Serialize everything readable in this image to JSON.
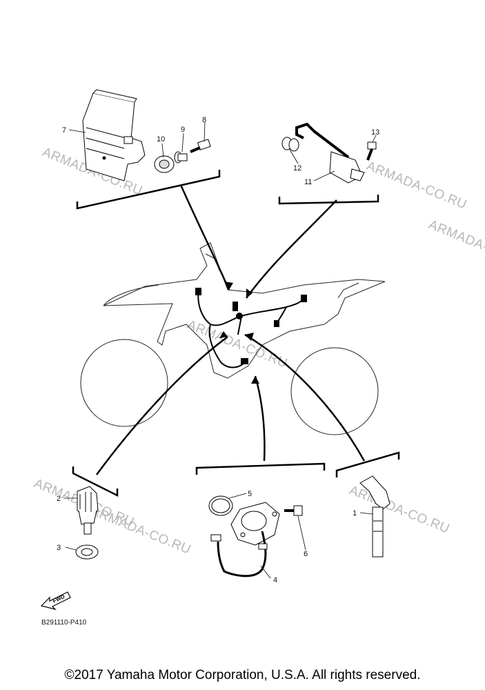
{
  "diagram": {
    "callouts": [
      "1",
      "2",
      "3",
      "4",
      "5",
      "6",
      "7",
      "8",
      "9",
      "10",
      "11",
      "12",
      "13"
    ],
    "fwd_label": "FWD",
    "drawing_code": "B291110-P410"
  },
  "watermarks": [
    "ARMADA-CO.RU",
    "ARMADA-CO.RU",
    "ARMADA-CO.RU",
    "ARMADA-CO.RU",
    "ARMADA-CO.RU",
    "ARMADA-CO.RU",
    "ARMADA-CO.RU"
  ],
  "copyright": "©2017 Yamaha Motor Corporation, U.S.A. All rights reserved."
}
